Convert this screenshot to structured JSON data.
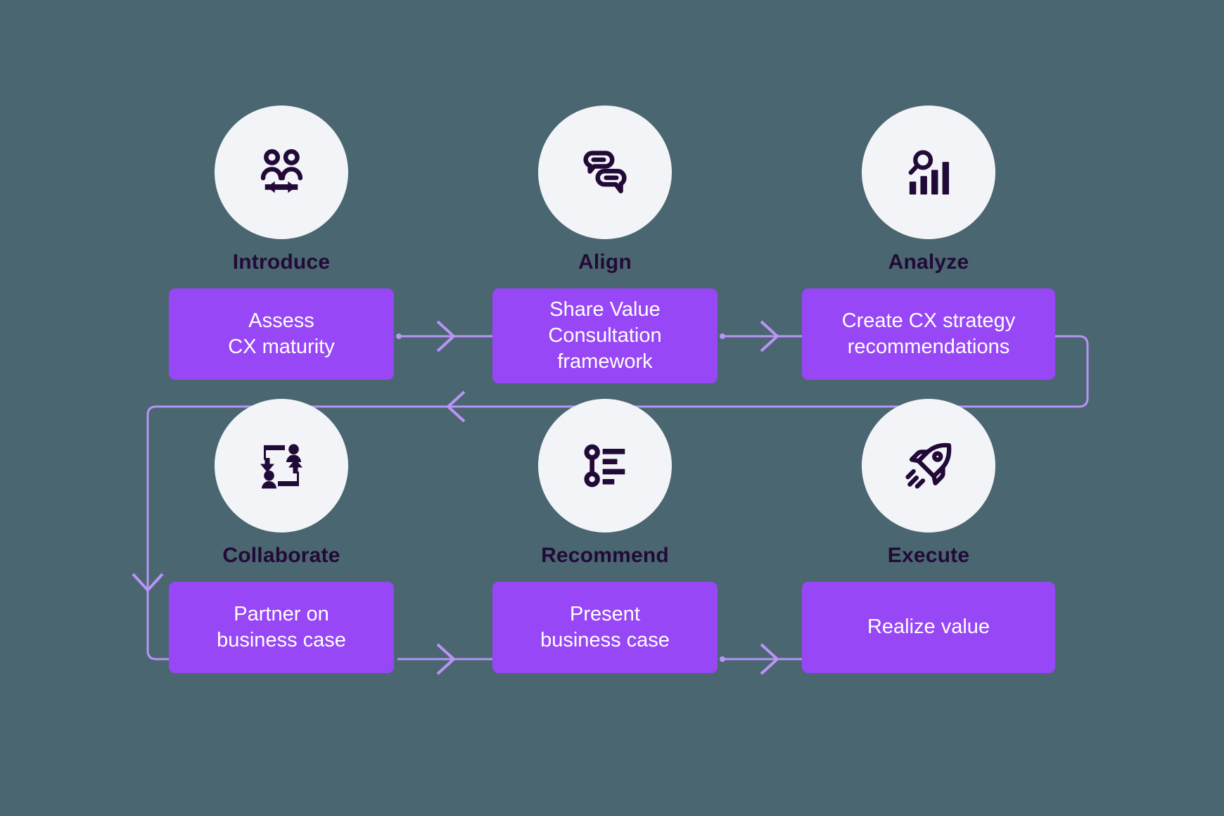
{
  "diagram": {
    "title": "CX engagement process flow",
    "type": "process-flow",
    "background_color": "#4a6670",
    "node_color": "#9747f5",
    "circle_color": "#f2f4f7",
    "icon_color": "#220a38",
    "connector_color": "#b794f6",
    "label_color": "#220a38",
    "card_text_color": "#ffffff"
  },
  "stages": [
    {
      "id": "introduce",
      "label": "Introduce",
      "icon": "two-people-exchange-icon",
      "card": "Assess\nCX maturity",
      "row": 1,
      "col": 1
    },
    {
      "id": "align",
      "label": "Align",
      "icon": "speech-bubbles-icon",
      "card": "Share Value\nConsultation\nframework",
      "row": 1,
      "col": 2
    },
    {
      "id": "analyze",
      "label": "Analyze",
      "icon": "magnifier-bar-chart-icon",
      "card": "Create CX strategy\nrecommendations",
      "row": 1,
      "col": 3
    },
    {
      "id": "collaborate",
      "label": "Collaborate",
      "icon": "people-cycle-arrows-icon",
      "card": "Partner on\nbusiness case",
      "row": 2,
      "col": 1
    },
    {
      "id": "recommend",
      "label": "Recommend",
      "icon": "timeline-list-icon",
      "card": "Present\nbusiness case",
      "row": 2,
      "col": 2
    },
    {
      "id": "execute",
      "label": "Execute",
      "icon": "rocket-icon",
      "card": "Realize value",
      "row": 2,
      "col": 3
    }
  ],
  "connectors": [
    {
      "id": "introduce-to-align",
      "from": "introduce",
      "to": "align",
      "direction": "right"
    },
    {
      "id": "align-to-analyze",
      "from": "align",
      "to": "analyze",
      "direction": "right"
    },
    {
      "id": "analyze-to-collaborate",
      "from": "analyze",
      "to": "collaborate",
      "direction": "wrap-left-down"
    },
    {
      "id": "collaborate-to-recommend",
      "from": "collaborate",
      "to": "recommend",
      "direction": "right"
    },
    {
      "id": "recommend-to-execute",
      "from": "recommend",
      "to": "execute",
      "direction": "right"
    }
  ]
}
